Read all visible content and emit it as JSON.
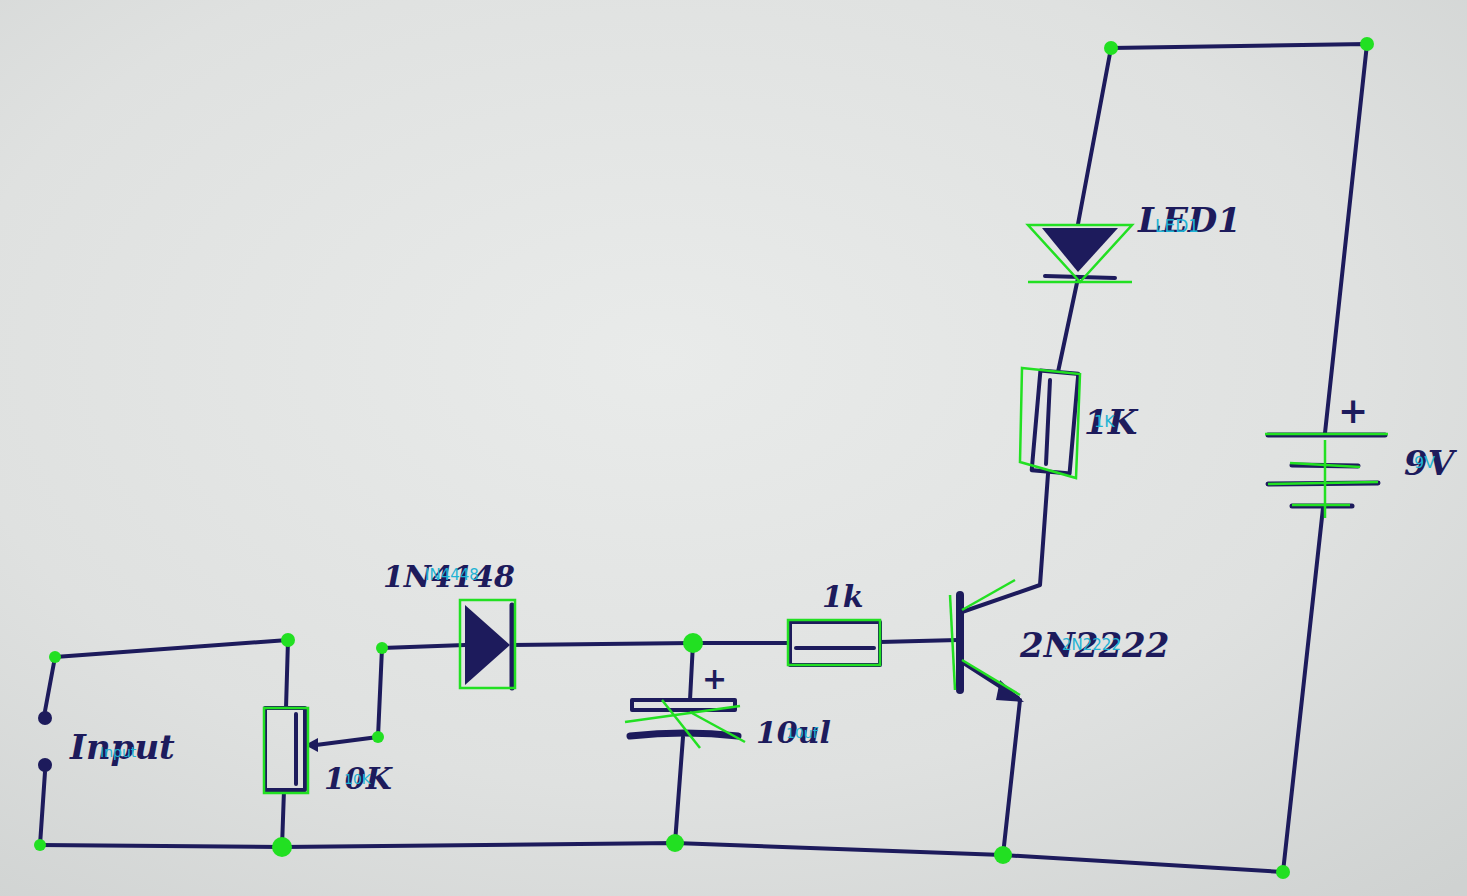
{
  "diagram": {
    "labels": [
      "LED1",
      "LED1",
      "1K",
      "1K",
      "+",
      "9V",
      "9V",
      "1N4148",
      "IN4448",
      "1k",
      "2N2222",
      "2N2222",
      "+",
      "10ul",
      "10uf",
      "Input",
      "Input",
      "10K",
      "10K"
    ]
  }
}
